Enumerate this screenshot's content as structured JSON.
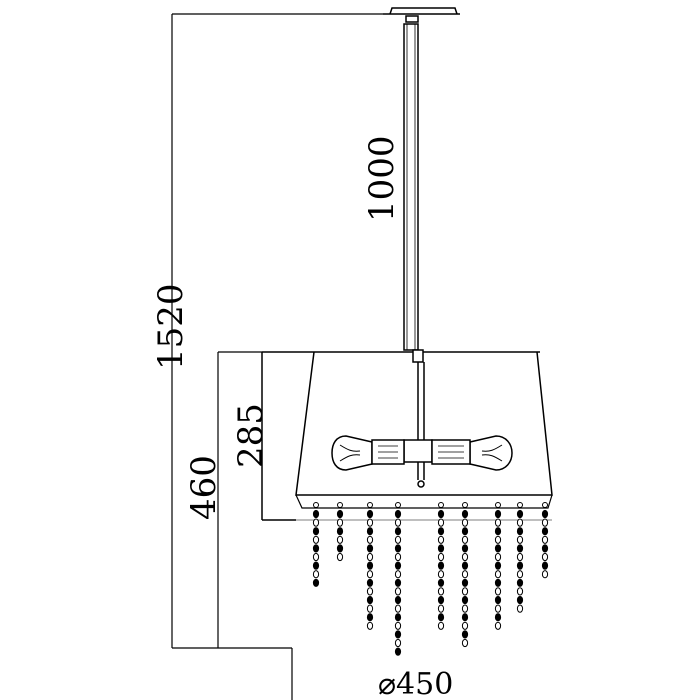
{
  "dimensions": {
    "total_height": "1520",
    "rod_length": "1000",
    "lamp_height": "460",
    "shade_height": "285",
    "diameter": "⌀450"
  },
  "bead_strands": [
    {
      "beads": 9
    },
    {
      "beads": 6
    },
    {
      "beads": 14
    },
    {
      "beads": 17
    },
    {
      "beads": 14
    },
    {
      "beads": 16
    },
    {
      "beads": 14
    },
    {
      "beads": 12
    },
    {
      "beads": 8
    }
  ],
  "colors": {
    "line": "#000000",
    "background": "#ffffff"
  }
}
